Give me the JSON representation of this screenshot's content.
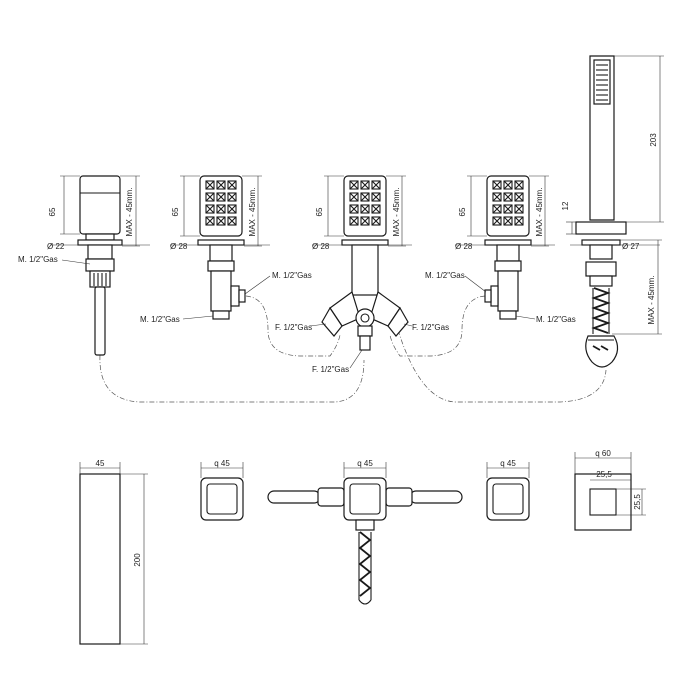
{
  "labels": {
    "d22": "Ø 22",
    "d28": "Ø 28",
    "d27": "Ø 27",
    "h65": "65",
    "max45": "MAX - 45mm.",
    "max45b": "MAX - 45mm.",
    "m12gas": "M. 1/2\"Gas",
    "f12gas": "F. 1/2\"Gas",
    "h203": "203",
    "h12": "12",
    "w45": "45",
    "h200": "200",
    "sq45": "q  45",
    "sq60": "q  60",
    "s255": "25,5"
  }
}
